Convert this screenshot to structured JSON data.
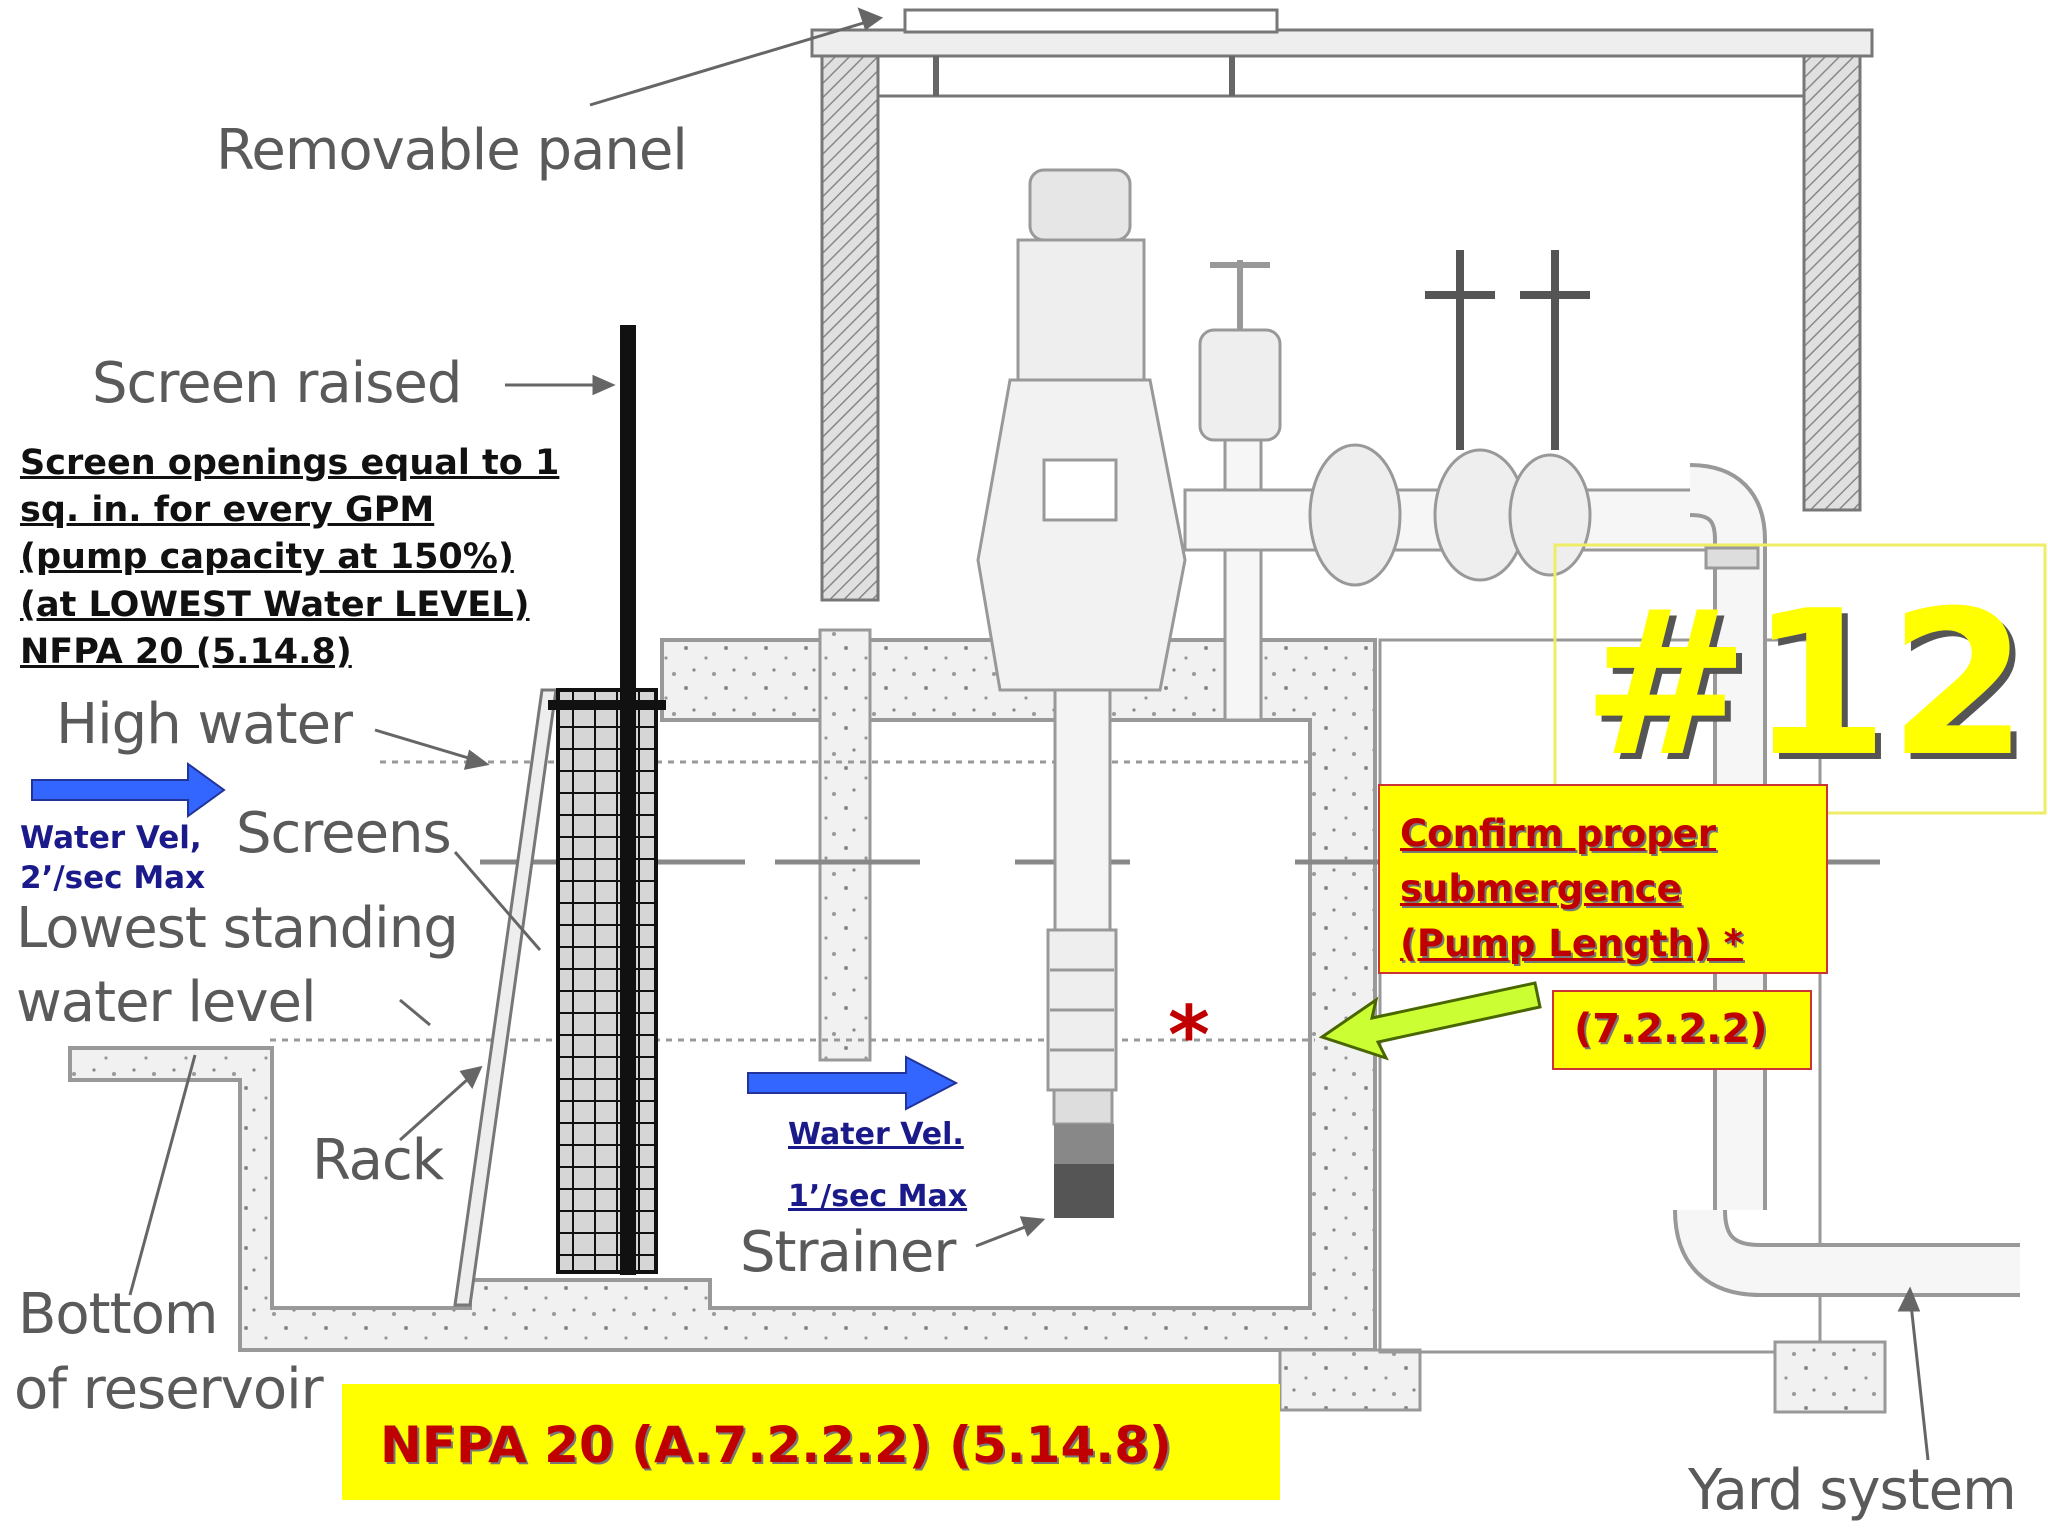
{
  "labels": {
    "removable_panel": "Removable panel",
    "screen_raised": "Screen raised",
    "high_water": "High water",
    "screens": "Screens",
    "lowest_standing_1": "Lowest standing",
    "lowest_standing_2": "water level",
    "rack": "Rack",
    "bottom_1": "Bottom",
    "bottom_2": "of reservoir",
    "strainer": "Strainer",
    "yard_system": "Yard system"
  },
  "screen_note": [
    "Screen openings equal to 1",
    "sq. in. for every GPM",
    "(pump capacity at 150%)",
    "(at LOWEST Water LEVEL)",
    "NFPA 20  (5.14.8)"
  ],
  "inlet_velocity": [
    "Water Vel,",
    "2’/sec Max"
  ],
  "sump_velocity": [
    "Water Vel.",
    "1’/sec Max"
  ],
  "slide_number": "#12",
  "submergence_note": [
    "Confirm proper",
    "submergence",
    "(Pump Length) *"
  ],
  "section_ref": "(7.2.2.2)",
  "asterisk": "*",
  "footer_ref": "NFPA  20 (A.7.2.2.2)  (5.14.8)",
  "colors": {
    "highlight": "#ffff00",
    "red_text": "#c00000",
    "blue_arrow": "#3366ff",
    "green_arrow": "#ccff33",
    "velocity_text": "#1a1a8a"
  }
}
